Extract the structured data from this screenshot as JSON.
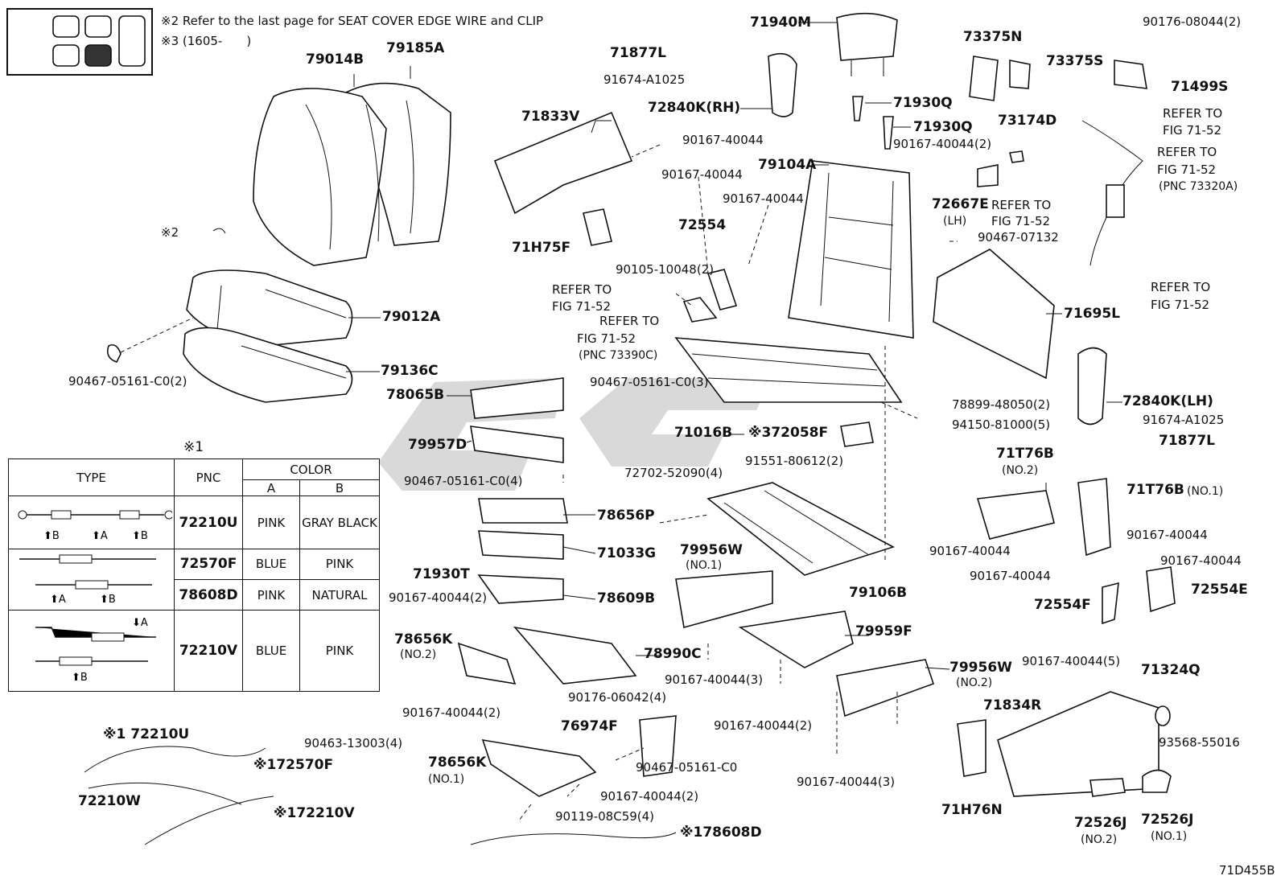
{
  "notes": {
    "note2": "※2 Refer to the last page for SEAT COVER EDGE WIRE and CLIP",
    "note3": "※3 (1605-　　)",
    "note1_marker": "※1",
    "mark2": "※2"
  },
  "figure_code": "71D455B",
  "table": {
    "headers": {
      "type": "TYPE",
      "pnc": "PNC",
      "color": "COLOR",
      "a": "A",
      "b": "B"
    },
    "rows": [
      {
        "pnc": "72210U",
        "a": "PINK",
        "b": "GRAY BLACK"
      },
      {
        "pnc": "72570F",
        "a": "BLUE",
        "b": "PINK"
      },
      {
        "pnc": "78608D",
        "a": "PINK",
        "b": "NATURAL"
      },
      {
        "pnc": "72210V",
        "a": "BLUE",
        "b": "PINK"
      }
    ],
    "arrow_a": "A",
    "arrow_b": "B"
  },
  "labels": {
    "l79014B": "79014B",
    "l79185A": "79185A",
    "l79012A": "79012A",
    "l79136C": "79136C",
    "l90467_05161_c0_2": "90467-05161-C0(2)",
    "l71940M": "71940M",
    "l71877L_top": "71877L",
    "l91674_top": "91674-A1025",
    "l72840K_RH": "72840K(RH)",
    "l71930Q_a": "71930Q",
    "l71930Q_b": "71930Q",
    "l90167_40044_2_top": "90167-40044(2)",
    "l73375N": "73375N",
    "l73375S": "73375S",
    "l90176_08044_2": "90176-08044(2)",
    "l71499S": "71499S",
    "l73174D": "73174D",
    "l71833V": "71833V",
    "l90167_40044_a": "90167-40044",
    "l90167_40044_b": "90167-40044",
    "l90167_40044_c": "90167-40044",
    "l79104A": "79104A",
    "l72554": "72554",
    "l72667E": "72667E",
    "l72667E_sub": "(LH)",
    "l71H75F": "71H75F",
    "l90467_07132": "90467-07132",
    "l90105_10048_2": "90105-10048(2)",
    "refer1": "REFER TO",
    "refer1b": "FIG 71-52",
    "refer2": "REFER TO",
    "refer2b": "FIG 71-52",
    "refer2c": "(PNC 73390C)",
    "refer3": "REFER TO",
    "refer3b": "FIG 71-52",
    "refer4": "REFER TO",
    "refer4b": "FIG 71-52",
    "refer5": "REFER TO",
    "refer5b": "FIG 71-52",
    "refer5c": "(PNC 73320A)",
    "refer6": "REFER TO",
    "refer6b": "FIG 71-52",
    "l71695L": "71695L",
    "l78899_48050_2": "78899-48050(2)",
    "l72840K_LH": "72840K(LH)",
    "l91674_bottom": "91674-A1025",
    "l71877L_bottom": "71877L",
    "l94150_81000_5": "94150-81000(5)",
    "l78065B": "78065B",
    "l90467_05161_c0_3": "90467-05161-C0(3)",
    "l71016B": "71016B",
    "l72058F": "※372058F",
    "l79957D": "79957D",
    "l91551_80612_2": "91551-80612(2)",
    "l90467_05161_c0_4": "90467-05161-C0(4)",
    "l72702_52090_4": "72702-52090(4)",
    "l78656P": "78656P",
    "l71033G": "71033G",
    "l71930T": "71930T",
    "l79956W_1": "79956W",
    "l79956W_1_sub": "(NO.1)",
    "l79106B": "79106B",
    "l90167_40044_2_mid": "90167-40044(2)",
    "l78609B": "78609B",
    "l71T76B_2": "71T76B",
    "l71T76B_2_sub": "(NO.2)",
    "l71T76B_1": "71T76B",
    "l71T76B_1_sub": "(NO.1)",
    "l90167_40044_d": "90167-40044",
    "l90167_40044_e": "90167-40044",
    "l90167_40044_f": "90167-40044",
    "l90167_40044_g": "90167-40044",
    "l72554F": "72554F",
    "l72554E": "72554E",
    "l78656K_2": "78656K",
    "l78656K_2_sub": "(NO.2)",
    "l78990C": "78990C",
    "l79959F": "79959F",
    "l90167_40044_3_a": "90167-40044(3)",
    "l90176_06042_4": "90176-06042(4)",
    "l90167_40044_2_b": "90167-40044(2)",
    "l90167_40044_2_c": "90167-40044(2)",
    "l79956W_2": "79956W",
    "l79956W_2_sub": "(NO.2)",
    "l90167_40044_5": "90167-40044(5)",
    "l71324Q": "71324Q",
    "l71834R": "71834R",
    "l93568_55016": "93568-55016",
    "l76974F": "76974F",
    "l90467_05161_c0": "90467-05161-C0",
    "l78656K_1": "78656K",
    "l78656K_1_sub": "(NO.1)",
    "l90167_40044_2_d": "90167-40044(2)",
    "l90119_08c59_4": "90119-08C59(4)",
    "l78608D": "※178608D",
    "l90167_40044_3_b": "90167-40044(3)",
    "l71H76N": "71H76N",
    "l72526J_2": "72526J",
    "l72526J_2_sub": "(NO.2)",
    "l72526J_1": "72526J",
    "l72526J_1_sub": "(NO.1)",
    "l72210U": "※1 72210U",
    "l90463_13003_4": "90463-13003(4)",
    "l72570F": "※172570F",
    "l72210W": "72210W",
    "l72210V": "※172210V"
  }
}
